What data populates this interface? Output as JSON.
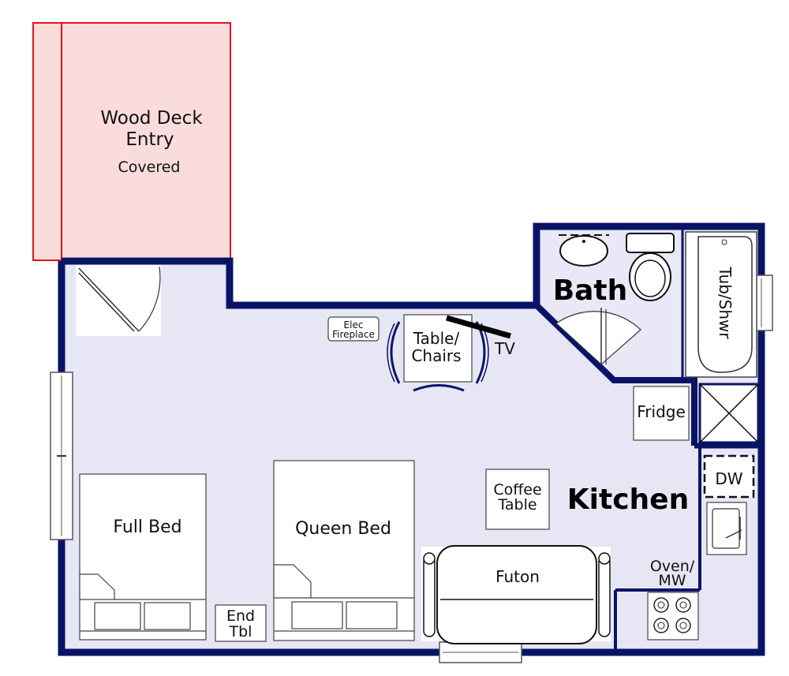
{
  "labels": {
    "deck_line1": "Wood Deck",
    "deck_line2": "Entry",
    "deck_line3": "Covered",
    "bath": "Bath",
    "tub_shower": "Tub/Shwr",
    "elec_line1": "Elec",
    "elec_line2": "Fireplace",
    "table_line1": "Table/",
    "table_line2": "Chairs",
    "tv": "TV",
    "fridge": "Fridge",
    "dw": "DW",
    "coffee_line1": "Coffee",
    "coffee_line2": "Table",
    "kitchen": "Kitchen",
    "full_bed": "Full Bed",
    "queen_bed": "Queen Bed",
    "futon": "Futon",
    "oven_line1": "Oven/",
    "oven_line2": "MW",
    "endtbl_line1": "End",
    "endtbl_line2": "Tbl"
  },
  "colors": {
    "wall": "#0a1466",
    "floor": "#e6e6f5",
    "deck_fill": "#fadcdc",
    "deck_outline": "#e0141e"
  }
}
